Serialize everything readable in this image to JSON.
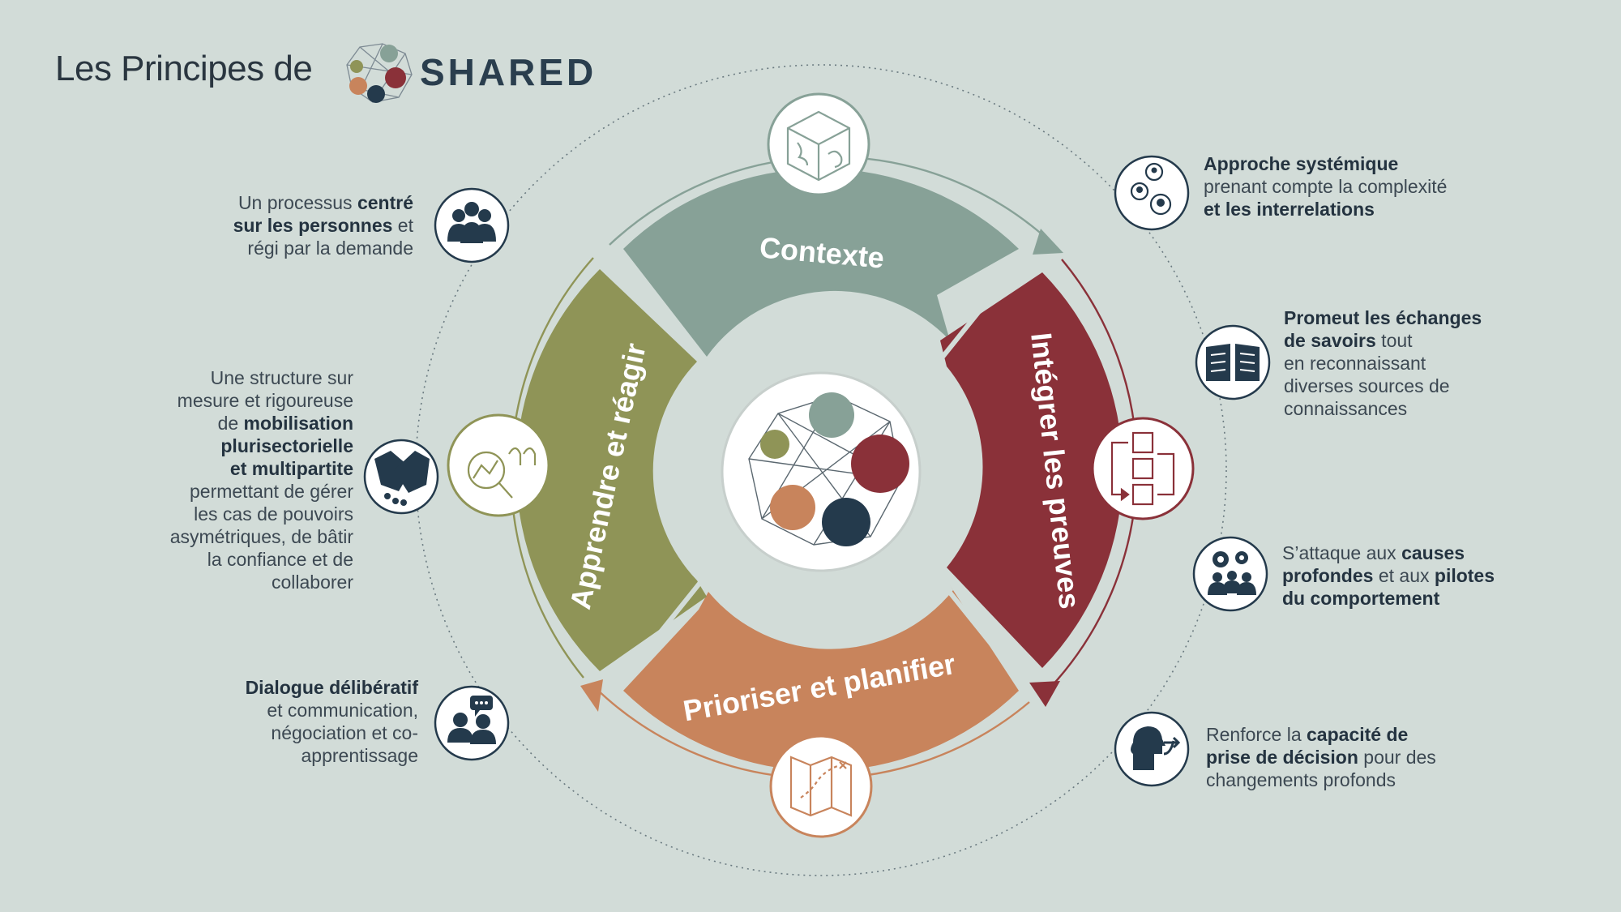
{
  "header": {
    "title": "Les Principes de",
    "brand": "SHARED"
  },
  "cycle": {
    "segments": [
      {
        "label": "Contexte",
        "color": "#87a197"
      },
      {
        "label": "Intégrer les preuves",
        "color": "#8a3139"
      },
      {
        "label": "Prioriser et planifier",
        "color": "#c8845c"
      },
      {
        "label": "Apprendre et réagir",
        "color": "#8f9457"
      }
    ],
    "logo_colors": [
      "#87a197",
      "#8f9457",
      "#8a3139",
      "#c8845c",
      "#243a4c"
    ]
  },
  "principles": {
    "left": [
      {
        "icon": "people-group-icon",
        "parts": [
          [
            "Un processus ",
            false
          ],
          [
            "centré",
            true
          ],
          [
            "sur les personnes",
            true
          ],
          [
            " et",
            false
          ],
          [
            "régi par la demande",
            false
          ]
        ]
      },
      {
        "icon": "handshake-icon"
      },
      {
        "icon": "dialogue-icon"
      }
    ]
  },
  "texts": {
    "t1_a": "Un processus ",
    "t1_b": "centré",
    "t1_c": "sur les personnes",
    "t1_d": " et",
    "t1_e": "régi par la demande",
    "t2_a": "Une structure sur",
    "t2_b": "mesure et rigoureuse",
    "t2_c": "de ",
    "t2_d": "mobilisation",
    "t2_e": "plurisectorielle",
    "t2_f": "et multipartite",
    "t2_g": "permettant  de gérer",
    "t2_h": "les cas de pouvoirs",
    "t2_i": "asymétriques, de bâtir",
    "t2_j": "la confiance et de",
    "t2_k": "collaborer",
    "t3_a": "Dialogue délibératif",
    "t3_b": "et communication,",
    "t3_c": "négociation et co-",
    "t3_d": "apprentissage",
    "r1_a": "Approche systémique",
    "r1_b": "prenant compte la complexité",
    "r1_c": "et les interrelations",
    "r2_a": "Promeut les échanges",
    "r2_b": "de savoirs",
    "r2_c": " tout",
    "r2_d": "en reconnaissant",
    "r2_e": "diverses sources de",
    "r2_f": "connaissances",
    "r3_a": "S’attaque aux ",
    "r3_b": "causes",
    "r3_c": "profondes",
    "r3_d": " et aux  ",
    "r3_e": "pilotes",
    "r3_f": "du comportement",
    "r4_a": "Renforce la ",
    "r4_b": "capacité de",
    "r4_c": "prise de décision",
    "r4_d": " pour des",
    "r4_e": "changements profonds"
  }
}
